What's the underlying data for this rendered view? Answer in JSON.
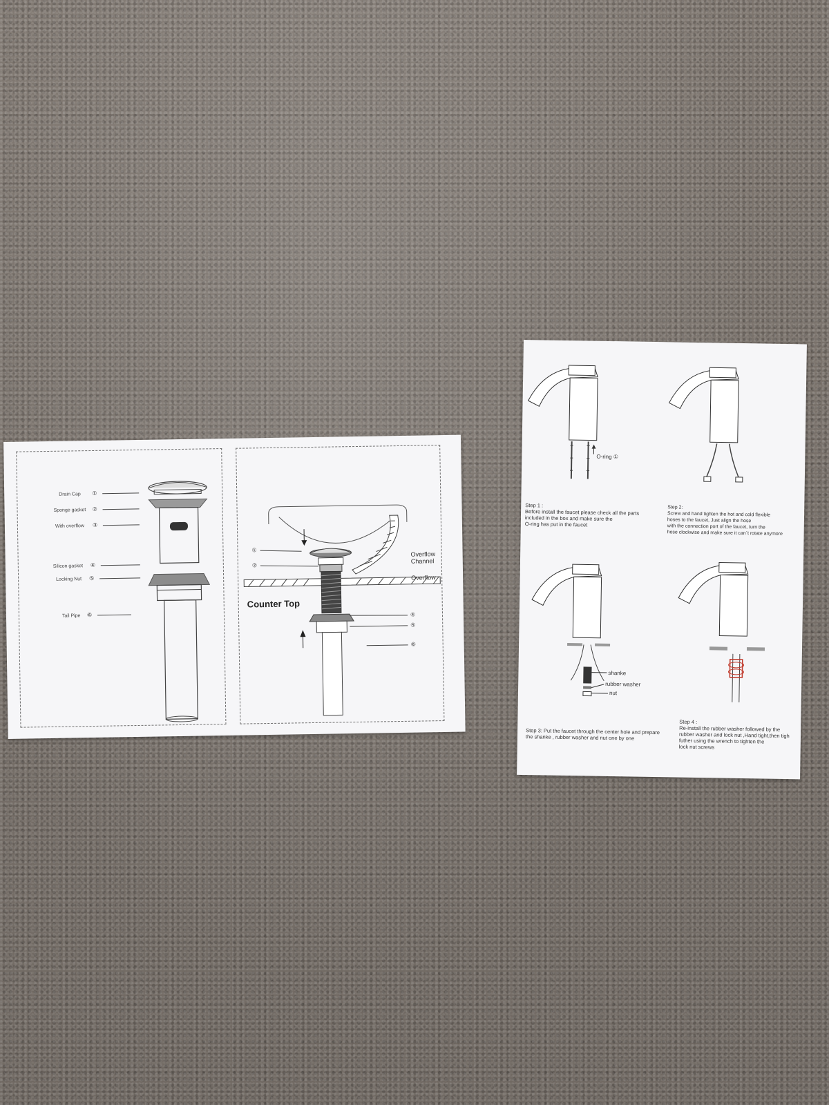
{
  "left_sheet": {
    "panel_a": {
      "parts": [
        {
          "label": "Drain Cap",
          "num": "①"
        },
        {
          "label": "Sponge gasket",
          "num": "②"
        },
        {
          "label": "With overflow",
          "num": "③"
        },
        {
          "label": "Silicon gasket",
          "num": "④"
        },
        {
          "label": "Locking Nut",
          "num": "⑤"
        },
        {
          "label": "Tail Pipe",
          "num": "⑥"
        }
      ]
    },
    "panel_b": {
      "counter_top": "Counter Top",
      "overflow_channel_1": "Overflow",
      "overflow_channel_2": "Channel",
      "overflow": "Overflow",
      "nums": [
        "①",
        "②",
        "④",
        "⑤",
        "⑥"
      ]
    }
  },
  "right_sheet": {
    "oring_label": "O-ring ①",
    "step1_title": "Step 1 :",
    "step1_text": "Before install the faucet please check all the parts\nincluded in the box  and make sure the\nO-ring has put in the faucet",
    "step2_title": "Step 2:",
    "step2_text": "Screw and hand tighten the hot and cold flexible\nhoses to the faucet, Just align the hose\nwith the connection port of the faucet, turn the\nhose clockwise and make sure it can`t rotate anymore",
    "step3_labels": {
      "shanke": "shanke",
      "washer": "rubber washer",
      "nut": "nut"
    },
    "step3_text": "Step 3: Put the faucet through the center hole and prepare\nthe shanke , rubber washer and nut one by one",
    "step4_title": "Step 4 :",
    "step4_text": "Re-install the rubber washer followed by the\nrubber washer and lock nut ,Hand tight,then tigh\nfuther using the wrench to tighten  the\nlock nut screws"
  }
}
